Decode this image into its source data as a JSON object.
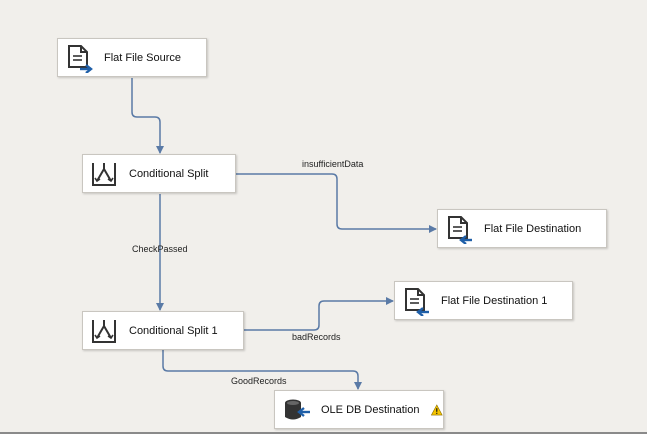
{
  "components": {
    "flat_file_source": {
      "label": "Flat File Source",
      "icon": "flat-file-source-icon"
    },
    "conditional_split": {
      "label": "Conditional Split",
      "icon": "conditional-split-icon"
    },
    "flat_file_destination": {
      "label": "Flat File Destination",
      "icon": "flat-file-destination-icon"
    },
    "conditional_split_1": {
      "label": "Conditional Split 1",
      "icon": "conditional-split-icon"
    },
    "flat_file_destination_1": {
      "label": "Flat File Destination 1",
      "icon": "flat-file-destination-icon"
    },
    "ole_db_destination": {
      "label": "OLE DB Destination",
      "icon": "ole-db-destination-icon",
      "warning_icon": "warning-icon"
    }
  },
  "paths": {
    "insufficient_data": "insufficientData",
    "check_passed": "CheckPassed",
    "bad_records": "badRecords",
    "good_records": "GoodRecords"
  },
  "colors": {
    "canvas_background": "#f1efeb",
    "connector": "#5a7aa6",
    "warning": "#f5c400"
  }
}
